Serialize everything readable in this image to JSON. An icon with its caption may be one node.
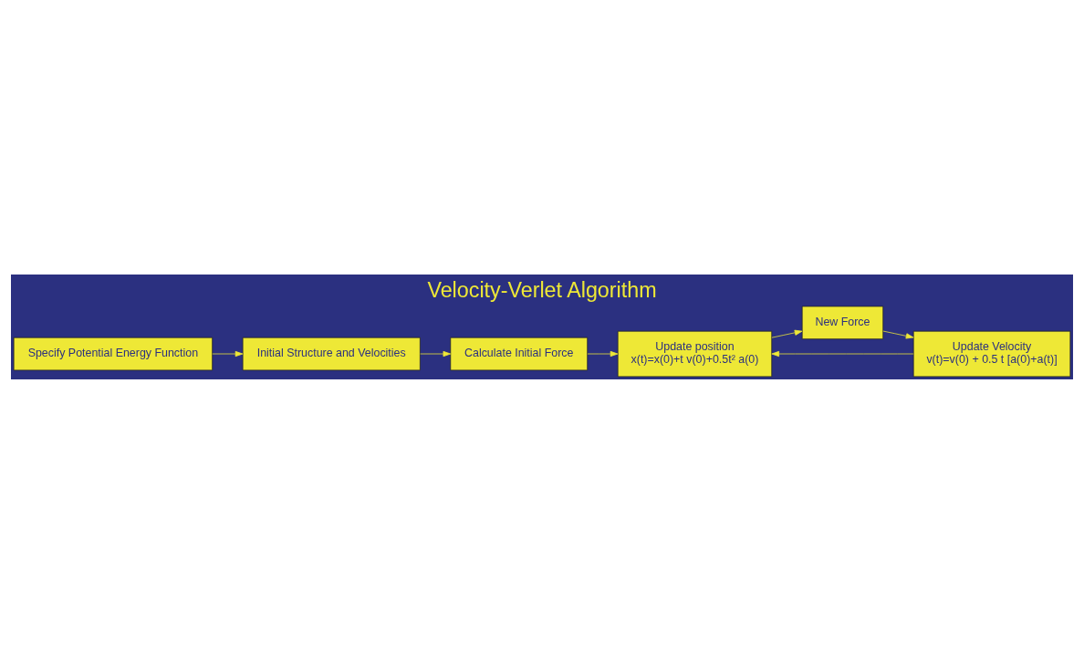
{
  "diagram": {
    "title": "Velocity-Verlet Algorithm",
    "nodes": [
      {
        "text": [
          "Specify Potential Energy Function"
        ]
      },
      {
        "text": [
          "Initial Structure and Velocities"
        ]
      },
      {
        "text": [
          "Calculate Initial Force"
        ]
      },
      {
        "text": [
          "Update position",
          "x(t)=x(0)+t v(0)+0.5t² a(0)"
        ]
      },
      {
        "text": [
          "New Force"
        ]
      },
      {
        "text": [
          "Update Velocity",
          "v(t)=v(0) + 0.5 t [a(0)+a(t)]"
        ]
      }
    ],
    "edges": [
      {
        "from": 0,
        "to": 1,
        "arrow": "to"
      },
      {
        "from": 1,
        "to": 2,
        "arrow": "to"
      },
      {
        "from": 2,
        "to": 3,
        "arrow": "to"
      },
      {
        "from": 3,
        "to": 4,
        "arrow": "to"
      },
      {
        "from": 4,
        "to": 5,
        "arrow": "to"
      },
      {
        "from": 5,
        "to": 3,
        "arrow": "to"
      }
    ]
  }
}
